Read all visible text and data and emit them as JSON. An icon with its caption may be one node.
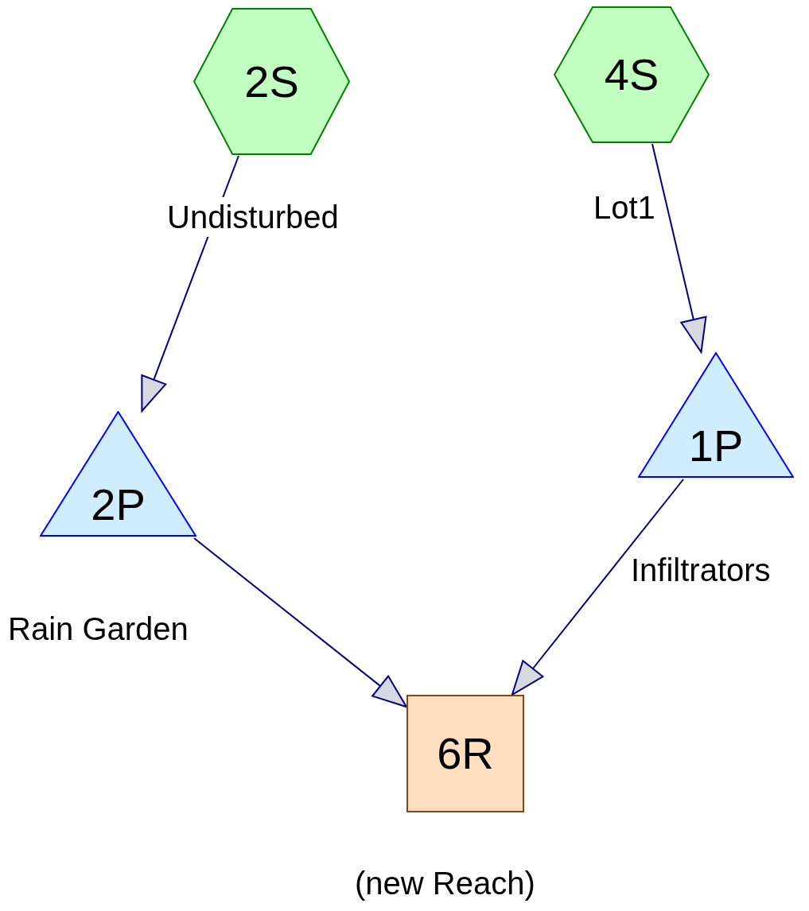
{
  "diagram": {
    "nodes": [
      {
        "text": [
          "2S"
        ],
        "beside": [
          "Undisturbed"
        ]
      },
      {
        "text": [
          "4S"
        ],
        "beside": [
          "Lot1"
        ]
      },
      {
        "text": [
          "2P"
        ],
        "beside": [
          "Rain Garden"
        ]
      },
      {
        "text": [
          "1P"
        ],
        "beside": [
          "Infiltrators"
        ]
      },
      {
        "text": [
          "6R"
        ],
        "beside": [
          "(new Reach)"
        ]
      }
    ],
    "edges": [
      {
        "from": 0,
        "to": 2,
        "arrow": "to"
      },
      {
        "from": 1,
        "to": 3,
        "arrow": "to"
      },
      {
        "from": 2,
        "to": 4,
        "arrow": "to"
      },
      {
        "from": 3,
        "to": 4,
        "arrow": "to"
      }
    ]
  }
}
